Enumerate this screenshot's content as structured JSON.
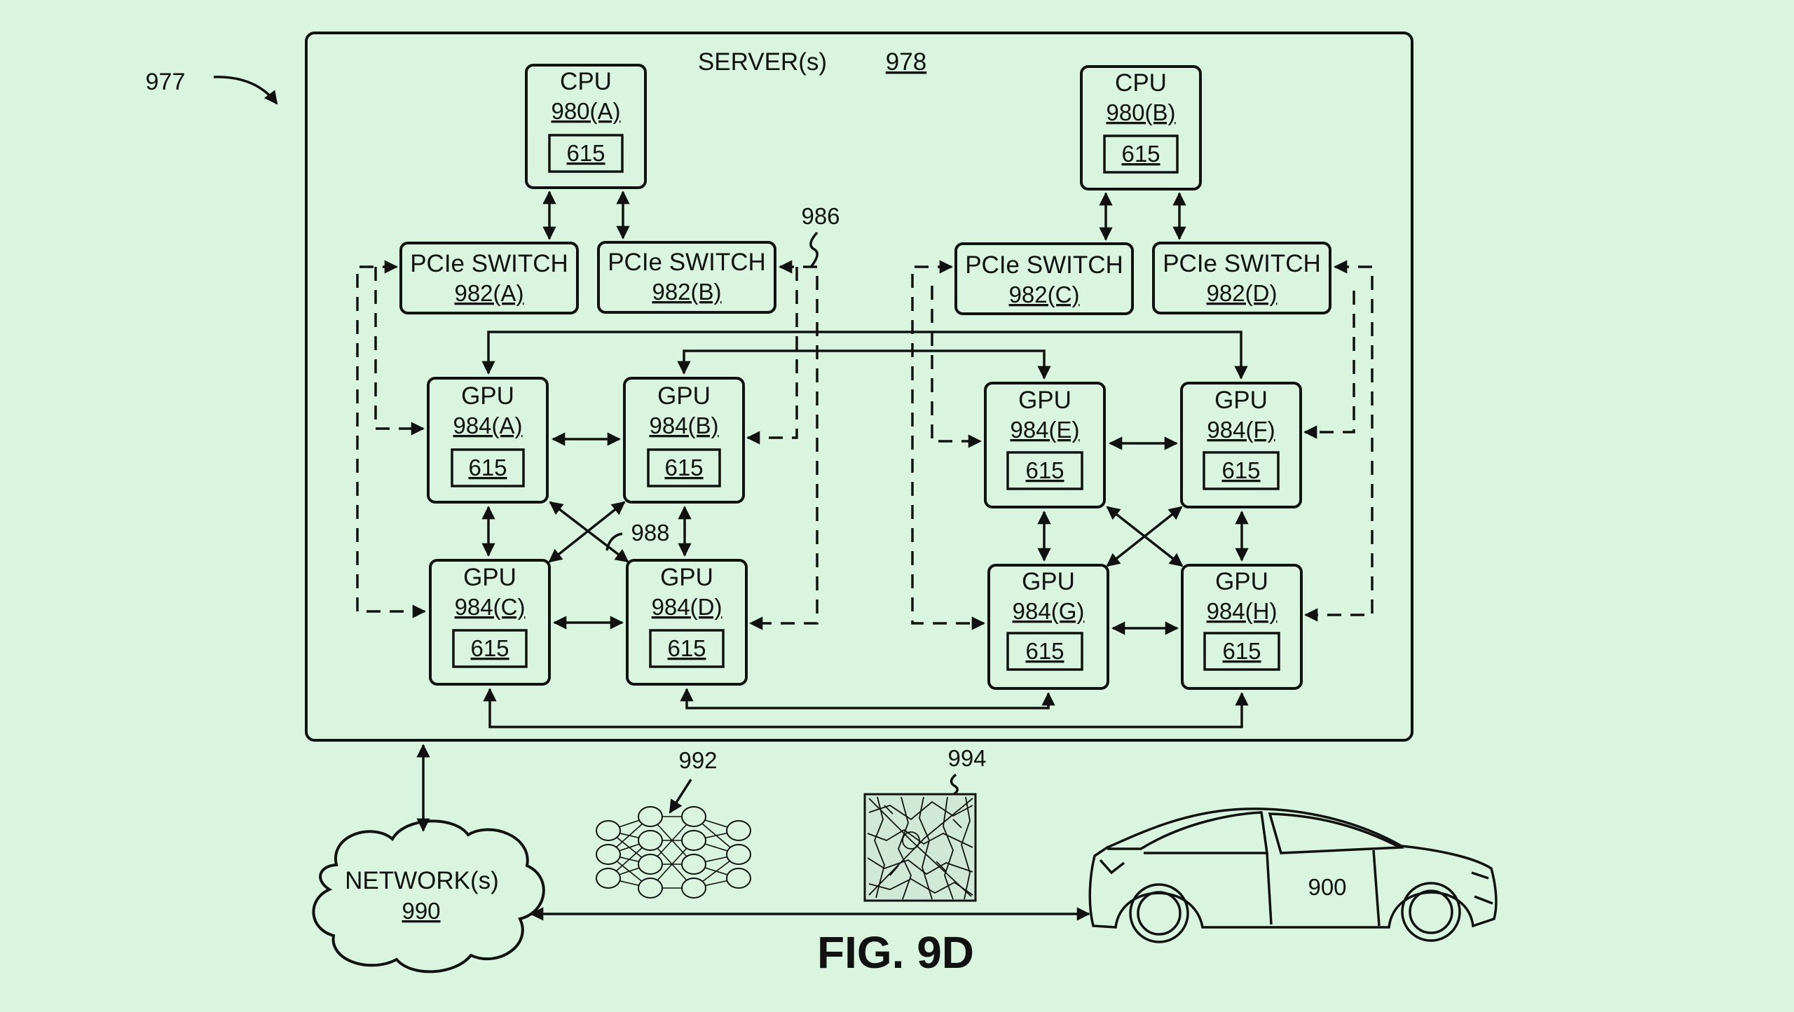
{
  "figure": {
    "ref_977": "977",
    "server": {
      "label": "SERVER(s)",
      "ref": "978"
    },
    "cpus": [
      {
        "label": "CPU",
        "ref": "980(A)",
        "inner": "615"
      },
      {
        "label": "CPU",
        "ref": "980(B)",
        "inner": "615"
      }
    ],
    "pcie_switches": [
      {
        "label": "PCIe SWITCH",
        "ref": "982(A)"
      },
      {
        "label": "PCIe SWITCH",
        "ref": "982(B)"
      },
      {
        "label": "PCIe SWITCH",
        "ref": "982(C)"
      },
      {
        "label": "PCIe SWITCH",
        "ref": "982(D)"
      }
    ],
    "gpus": [
      {
        "label": "GPU",
        "ref": "984(A)",
        "inner": "615"
      },
      {
        "label": "GPU",
        "ref": "984(B)",
        "inner": "615"
      },
      {
        "label": "GPU",
        "ref": "984(C)",
        "inner": "615"
      },
      {
        "label": "GPU",
        "ref": "984(D)",
        "inner": "615"
      },
      {
        "label": "GPU",
        "ref": "984(E)",
        "inner": "615"
      },
      {
        "label": "GPU",
        "ref": "984(F)",
        "inner": "615"
      },
      {
        "label": "GPU",
        "ref": "984(G)",
        "inner": "615"
      },
      {
        "label": "GPU",
        "ref": "984(H)",
        "inner": "615"
      }
    ],
    "ref_986": "986",
    "ref_988": "988",
    "network": {
      "label": "NETWORK(s)",
      "ref": "990"
    },
    "ref_992": "992",
    "ref_994": "994",
    "vehicle_ref": "900",
    "caption": "FIG. 9D"
  }
}
